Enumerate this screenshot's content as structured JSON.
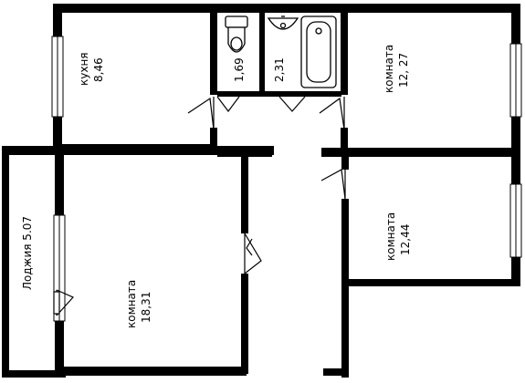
{
  "rooms": {
    "kitchen": {
      "name": "кухня",
      "area": "8,46"
    },
    "toilet": {
      "area": "1,69"
    },
    "bathroom": {
      "area": "2,31"
    },
    "room_ne": {
      "name": "комната",
      "area": "12, 27"
    },
    "room_e": {
      "name": "комната",
      "area": "12,44"
    },
    "room_w": {
      "name": "комната",
      "area": "18,31"
    },
    "loggia": {
      "label": "Лоджия 5.07"
    }
  }
}
